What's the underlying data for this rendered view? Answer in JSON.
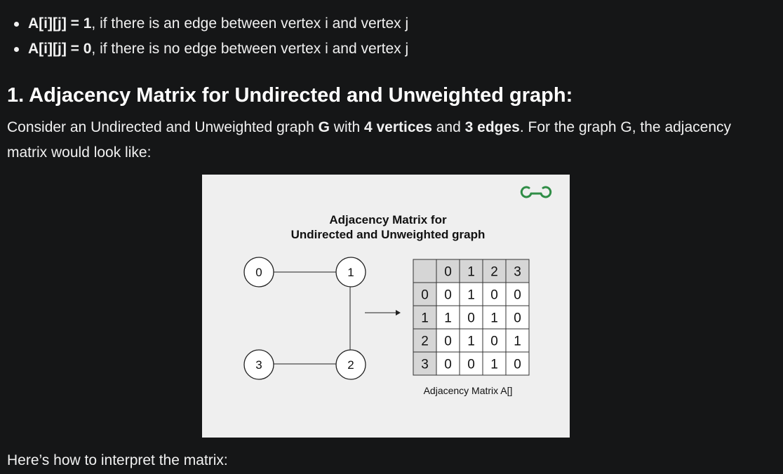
{
  "bullets": [
    {
      "bold": "A[i][j] = 1",
      "rest": ", if there is an edge between vertex i and vertex j"
    },
    {
      "bold": "A[i][j] = 0",
      "rest": ", if there is no edge between vertex i and vertex j"
    }
  ],
  "heading": "1. Adjacency Matrix for Undirected and Unweighted graph:",
  "paragraph": {
    "t1": "Consider an Undirected and Unweighted graph ",
    "b1": "G",
    "t2": " with ",
    "b2": "4 vertices",
    "t3": " and ",
    "b3": "3 edges",
    "t4": ". For the graph G, the adjacency matrix would look like:"
  },
  "figure": {
    "logo": "GG-logo",
    "title_line1": "Adjacency Matrix for",
    "title_line2": "Undirected and Unweighted graph",
    "nodes": [
      "0",
      "1",
      "2",
      "3"
    ],
    "edges": [
      [
        "0",
        "1"
      ],
      [
        "1",
        "2"
      ],
      [
        "2",
        "3"
      ]
    ],
    "matrix": {
      "col_headers": [
        "0",
        "1",
        "2",
        "3"
      ],
      "row_headers": [
        "0",
        "1",
        "2",
        "3"
      ],
      "rows": [
        [
          "0",
          "1",
          "0",
          "0"
        ],
        [
          "1",
          "0",
          "1",
          "0"
        ],
        [
          "0",
          "1",
          "0",
          "1"
        ],
        [
          "0",
          "0",
          "1",
          "0"
        ]
      ]
    },
    "caption": "Adjacency Matrix A[]",
    "colors": {
      "logo_green": "#2f8d46",
      "header_cell": "#d6d6d6",
      "background": "#efefef"
    }
  },
  "footer_text": "Here’s how to interpret the matrix:"
}
